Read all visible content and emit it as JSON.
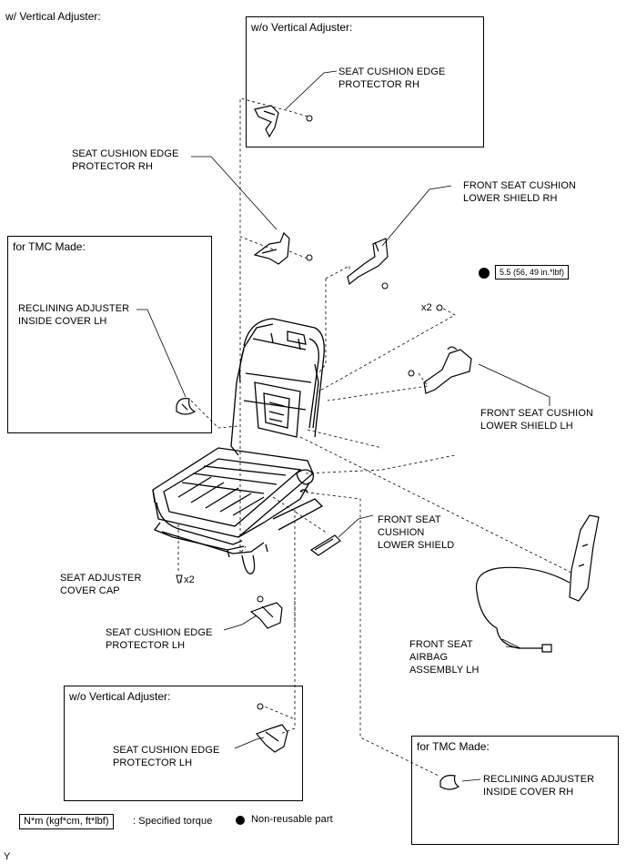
{
  "header": {
    "variant_title": "w/ Vertical Adjuster:"
  },
  "boxes": {
    "top_right": {
      "title": "w/o Vertical Adjuster:",
      "part_label": "SEAT CUSHION EDGE\nPROTECTOR RH"
    },
    "left_tmc": {
      "title": "for TMC Made:",
      "part_label": "RECLINING ADJUSTER\nINSIDE COVER LH"
    },
    "bottom_left": {
      "title": "w/o Vertical Adjuster:",
      "part_label": "SEAT CUSHION EDGE\nPROTECTOR LH"
    },
    "bottom_right_tmc": {
      "title": "for TMC Made:",
      "part_label": "RECLINING ADJUSTER\nINSIDE COVER RH"
    }
  },
  "labels": {
    "edge_protector_rh": "SEAT CUSHION EDGE\nPROTECTOR RH",
    "lower_shield_rh": "FRONT SEAT CUSHION\nLOWER SHIELD RH",
    "lower_shield_lh": "FRONT SEAT CUSHION\nLOWER SHIELD LH",
    "lower_shield": "FRONT SEAT\nCUSHION\nLOWER SHIELD",
    "adjuster_cover_cap": "SEAT ADJUSTER\nCOVER CAP",
    "edge_protector_lh": "SEAT CUSHION EDGE\nPROTECTOR LH",
    "airbag_lh": "FRONT SEAT\nAIRBAG\nASSEMBLY LH",
    "qty_screws": "x2",
    "qty_caps": "x2"
  },
  "torque": {
    "value": "5.5 (56, 49 in.*lbf)"
  },
  "legend": {
    "unit_box": "N*m (kgf*cm, ft*lbf)",
    "unit_text": ": Specified torque",
    "non_reusable_text": "Non-reusable part"
  },
  "footer": {
    "code": "Y"
  }
}
